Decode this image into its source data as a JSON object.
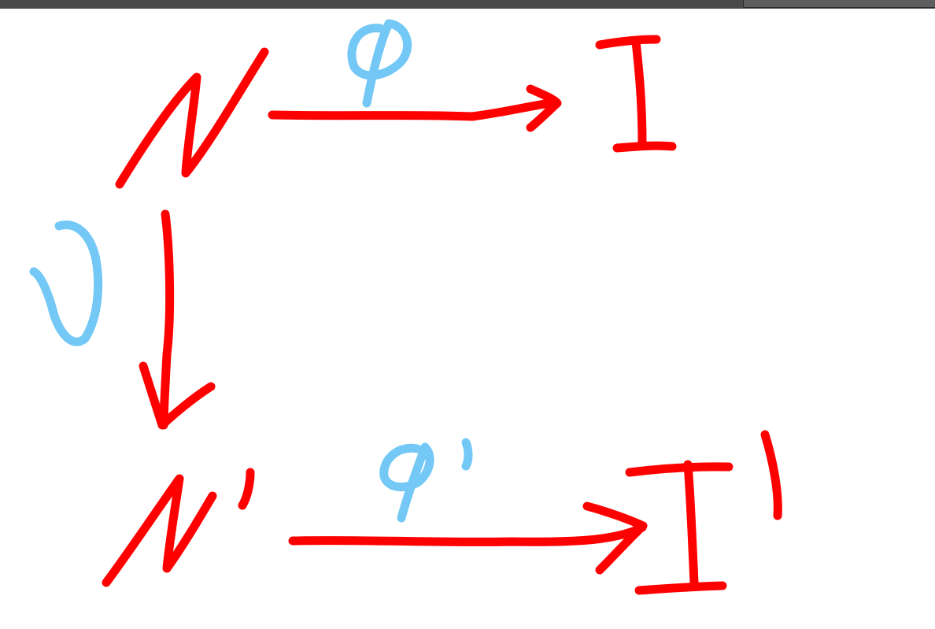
{
  "diagram": {
    "nodes": [
      {
        "id": "N",
        "label": "N"
      },
      {
        "id": "I",
        "label": "I"
      },
      {
        "id": "N_prime",
        "label": "N'"
      },
      {
        "id": "I_prime",
        "label": "I'"
      }
    ],
    "edges": [
      {
        "from": "N",
        "to": "I",
        "label": "φ"
      },
      {
        "from": "N",
        "to": "N_prime",
        "label": "J"
      },
      {
        "from": "N_prime",
        "to": "I_prime",
        "label": "φ'"
      }
    ],
    "colors": {
      "ink": "#ff0000",
      "label_ink": "#73c8f5",
      "background": "#ffffff",
      "toolbar": "#4a4a4a"
    }
  }
}
